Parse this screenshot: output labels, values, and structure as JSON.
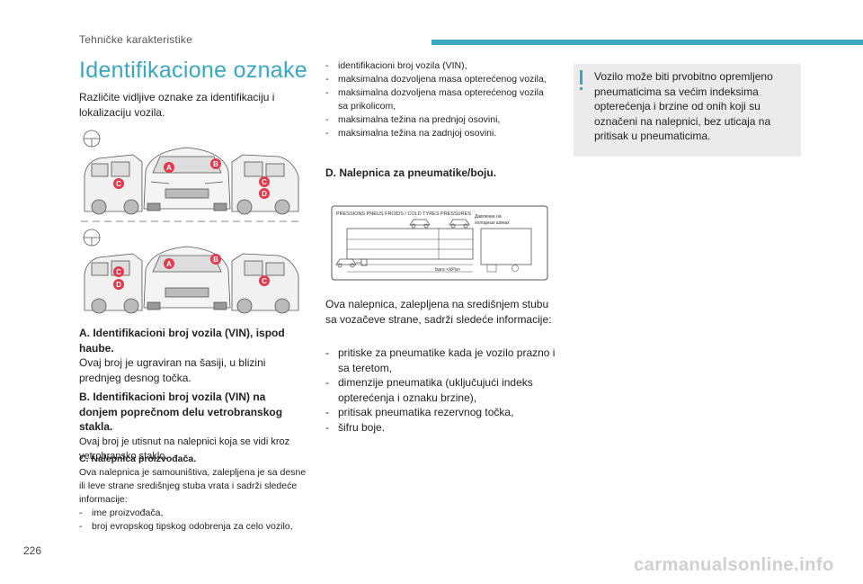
{
  "header": {
    "section_title": "Tehničke karakteristike"
  },
  "page_title": "Identifikacione oznake",
  "intro": "Različite vidljive oznake za identifikaciju i lokalizaciju vozila.",
  "diagram": {
    "marker_a": "A",
    "marker_b": "B",
    "marker_c": "C",
    "marker_d": "D"
  },
  "section_a": {
    "heading": "A. Identifikacioni broj vozila (VIN), ispod haube.",
    "text": "Ovaj broj je ugraviran na šasiji, u blizini prednjeg desnog točka."
  },
  "section_b": {
    "heading": "B. Identifikacioni broj vozila (VIN) na donjem poprečnom delu vetrobranskog stakla.",
    "text": "Ovaj broj je utisnut na nalepnici koja se vidi kroz vetrobransko staklo."
  },
  "section_c": {
    "heading": "C. Nalepnica proizvođača.",
    "text": "Ova nalepnica je samouništiva, zalepljena je sa desne ili leve strane središnjeg stuba vrata i sadrži sledeće informacije:",
    "items": [
      "ime proizvođača,",
      "broj evropskog tipskog odobrenja za celo vozilo,"
    ]
  },
  "column2_list": [
    "identifikacioni broj vozila (VIN),",
    "maksimalna dozvoljena masa opterećenog vozila,",
    "maksimalna dozvoljena masa opterećenog vozila sa prikolicom,",
    "maksimalna težina na prednjoj osovini,",
    "maksimalna težina na zadnjoj osovini."
  ],
  "section_d": {
    "heading": "D. Nalepnica za pneumatike/boju.",
    "label_header": "PRESSIONS PNEUS FROIDS / COLD TYRES PRESSURES",
    "label_cyrillic_1": "Давление на",
    "label_cyrillic_2": "холодных шинах",
    "label_units": "bars   <kPa>",
    "text": "Ova nalepnica, zalepljena na središnjem stubu sa vozačeve strane, sadrži sledeće informacije:",
    "items": [
      "pritiske za pneumatike kada je vozilo prazno i sa teretom,",
      "dimenzije pneumatika (uključujući indeks opterećenja i oznaku brzine),",
      "pritisak pneumatika rezervnog točka,",
      "šifru boje."
    ]
  },
  "note": {
    "text": "Vozilo može biti prvobitno opremljeno pneumaticima sa većim indeksima opterećenja i brzine od onih koji su označeni na nalepnici, bez uticaja na pritisak u pneumaticima."
  },
  "page_number": "226",
  "watermark": "carmanualsonline.info",
  "colors": {
    "accent": "#3aa6c0",
    "marker": "#e23a4e",
    "note_bg": "#ebebeb"
  }
}
